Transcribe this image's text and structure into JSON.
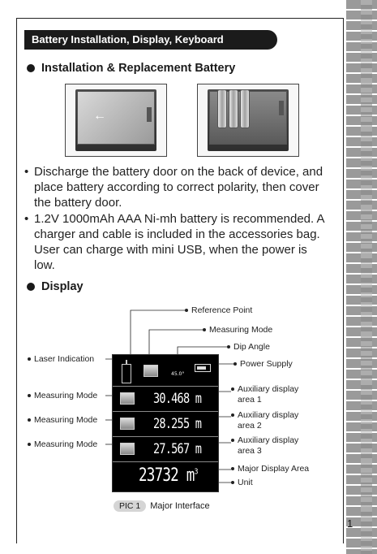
{
  "header": {
    "title": "Battery Installation, Display, Keyboard"
  },
  "sections": {
    "installation": "Installation & Replacement Battery",
    "display": "Display"
  },
  "bullets": [
    "Discharge the battery door on the back of device, and place battery according to correct polarity, then cover the battery door.",
    "1.2V 1000mAh AAA Ni-mh battery is recommended. A charger and cable is included in the accessories bag. User can charge with mini USB, when the power is low."
  ],
  "screen": {
    "dip_angle": "45.0°",
    "aux1": "30.468 m",
    "aux2": "28.255 m",
    "aux3": "27.567 m",
    "major_value": "23732 m",
    "major_unit_sup": "3"
  },
  "callouts": {
    "reference_point": "Reference Point",
    "measuring_mode_top": "Measuring Mode",
    "dip_angle": "Dip Angle",
    "laser_indication": "Laser Indication",
    "power_supply": "Power Supply",
    "measuring_mode_1": "Measuring Mode",
    "measuring_mode_2": "Measuring Mode",
    "measuring_mode_3": "Measuring Mode",
    "aux1_line1": "Auxiliary display",
    "aux1_line2": "area 1",
    "aux2_line1": "Auxiliary display",
    "aux2_line2": "area 2",
    "aux3_line1": "Auxiliary display",
    "aux3_line2": "area 3",
    "major_area": "Major Display Area",
    "unit": "Unit"
  },
  "caption": {
    "badge": "PIC 1",
    "text": "Major Interface"
  },
  "page_number": "1",
  "icons": [
    "battery-door-photo",
    "battery-cells-photo",
    "laser-icon",
    "battery-icon",
    "measuring-mode-icon"
  ]
}
